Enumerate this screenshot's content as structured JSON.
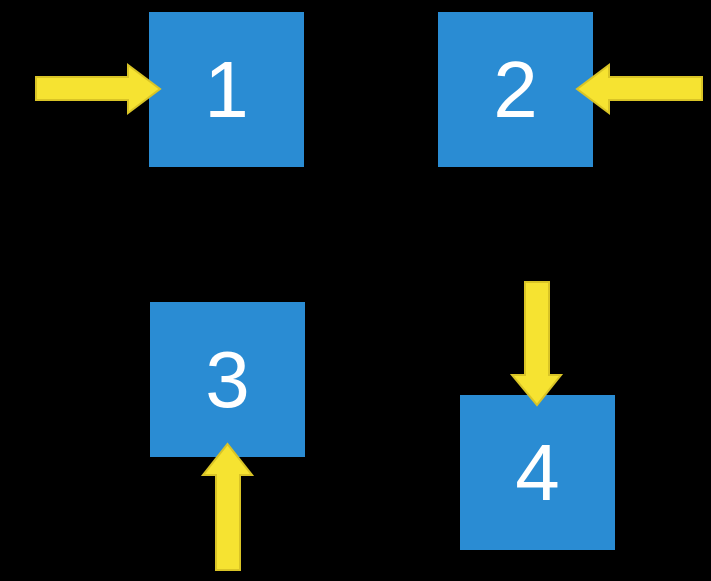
{
  "colors": {
    "background": "#000000",
    "box_fill": "#2A8CD3",
    "box_label": "#FFFFFF",
    "arrow_fill": "#F6E331",
    "arrow_outline": "#D9C426"
  },
  "boxes": [
    {
      "label": "1",
      "arrow_direction": "arrow-points-right-at-left-side"
    },
    {
      "label": "2",
      "arrow_direction": "arrow-points-left-at-right-side"
    },
    {
      "label": "3",
      "arrow_direction": "arrow-points-up-at-bottom-side"
    },
    {
      "label": "4",
      "arrow_direction": "arrow-points-down-at-top-side"
    }
  ]
}
